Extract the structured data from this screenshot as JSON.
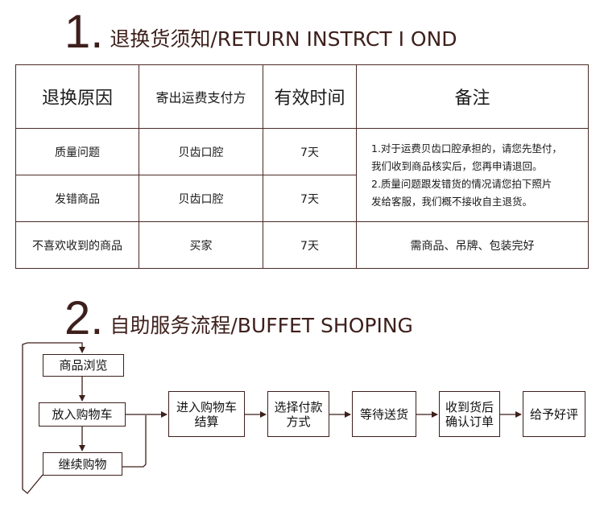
{
  "section1": {
    "number": "1.",
    "title": "退换货须知/RETURN INSTRCT I OND"
  },
  "table": {
    "headers": [
      "退换原因",
      "寄出运费支付方",
      "有效时间",
      "备注"
    ],
    "rows": [
      {
        "reason": "质量问题",
        "payer": "贝齿口腔",
        "time": "7天"
      },
      {
        "reason": "发错商品",
        "payer": "贝齿口腔",
        "time": "7天"
      },
      {
        "reason": "不喜欢收到的商品",
        "payer": "买家",
        "time": "7天"
      }
    ],
    "note_lines": [
      "1.对于运费贝齿口腔承担的，请您先垫付，",
      "我们收到商品核实后，您再申请退回。",
      "2.质量问题跟发错货的情况请您拍下照片",
      "发给客服，我们概不接收自主退货。"
    ],
    "note_row3": "需商品、吊牌、包装完好"
  },
  "section2": {
    "number": "2.",
    "title": "自助服务流程/BUFFET SHOPING"
  },
  "flow": {
    "browse": "商品浏览",
    "add_cart": "放入购物车",
    "continue": "继续购物",
    "step1_line1": "进入购物车",
    "step1_line2": "结算",
    "step2_line1": "选择付款",
    "step2_line2": "方式",
    "step3": "等待送货",
    "step4_line1": "收到货后",
    "step4_line2": "确认订单",
    "step5": "给予好评"
  }
}
